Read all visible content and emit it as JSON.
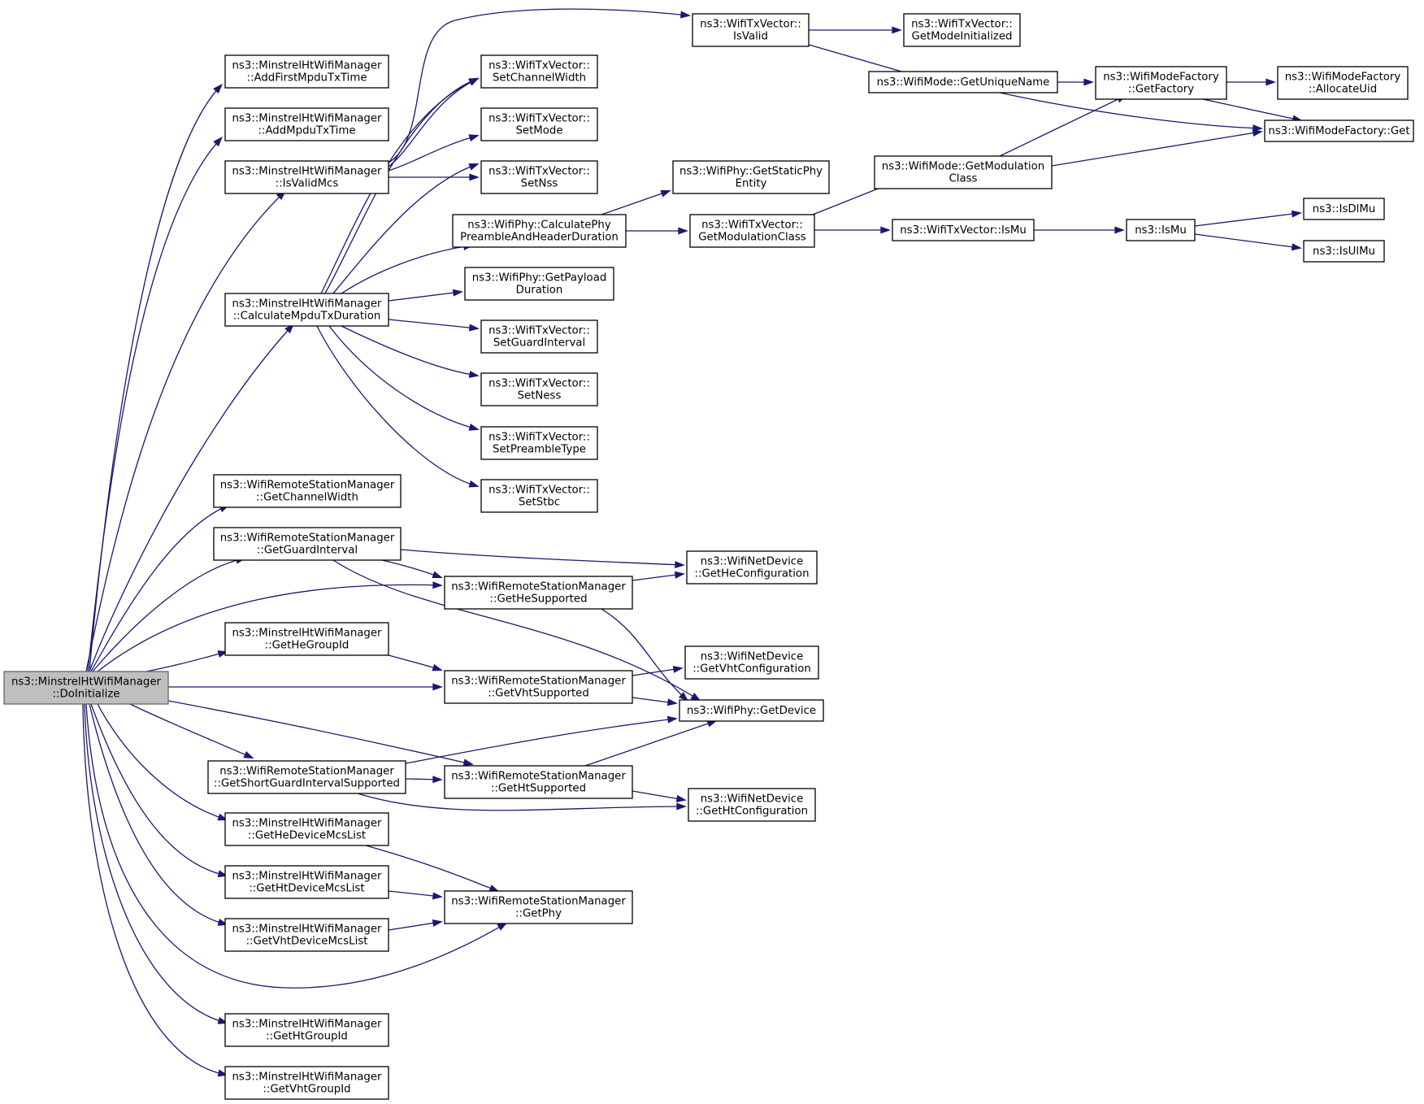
{
  "diagram": {
    "nodes": [
      {
        "id": "root",
        "lines": [
          "ns3::MinstrelHtWifiManager",
          "::DoInitialize"
        ],
        "root": true
      },
      {
        "id": "addfirst",
        "lines": [
          "ns3::MinstrelHtWifiManager",
          "::AddFirstMpduTxTime"
        ]
      },
      {
        "id": "addmpdu",
        "lines": [
          "ns3::MinstrelHtWifiManager",
          "::AddMpduTxTime"
        ]
      },
      {
        "id": "isvalidmcs",
        "lines": [
          "ns3::MinstrelHtWifiManager",
          "::IsValidMcs"
        ]
      },
      {
        "id": "calcmpdu",
        "lines": [
          "ns3::MinstrelHtWifiManager",
          "::CalculateMpduTxDuration"
        ]
      },
      {
        "id": "getchw",
        "lines": [
          "ns3::WifiRemoteStationManager",
          "::GetChannelWidth"
        ]
      },
      {
        "id": "getgi",
        "lines": [
          "ns3::WifiRemoteStationManager",
          "::GetGuardInterval"
        ]
      },
      {
        "id": "gethegid",
        "lines": [
          "ns3::MinstrelHtWifiManager",
          "::GetHeGroupId"
        ]
      },
      {
        "id": "getsgi",
        "lines": [
          "ns3::WifiRemoteStationManager",
          "::GetShortGuardIntervalSupported"
        ]
      },
      {
        "id": "gethemcs",
        "lines": [
          "ns3::MinstrelHtWifiManager",
          "::GetHeDeviceMcsList"
        ]
      },
      {
        "id": "gethtmcs",
        "lines": [
          "ns3::MinstrelHtWifiManager",
          "::GetHtDeviceMcsList"
        ]
      },
      {
        "id": "getvhtmcs",
        "lines": [
          "ns3::MinstrelHtWifiManager",
          "::GetVhtDeviceMcsList"
        ]
      },
      {
        "id": "gethtgid",
        "lines": [
          "ns3::MinstrelHtWifiManager",
          "::GetHtGroupId"
        ]
      },
      {
        "id": "getvhtgid",
        "lines": [
          "ns3::MinstrelHtWifiManager",
          "::GetVhtGroupId"
        ]
      },
      {
        "id": "setchw",
        "lines": [
          "ns3::WifiTxVector::",
          "SetChannelWidth"
        ]
      },
      {
        "id": "setmode",
        "lines": [
          "ns3::WifiTxVector::",
          "SetMode"
        ]
      },
      {
        "id": "setnss",
        "lines": [
          "ns3::WifiTxVector::",
          "SetNss"
        ]
      },
      {
        "id": "calcphy",
        "lines": [
          "ns3::WifiPhy::CalculatePhy",
          "PreambleAndHeaderDuration"
        ]
      },
      {
        "id": "getpayload",
        "lines": [
          "ns3::WifiPhy::GetPayload",
          "Duration"
        ]
      },
      {
        "id": "setgi",
        "lines": [
          "ns3::WifiTxVector::",
          "SetGuardInterval"
        ]
      },
      {
        "id": "setness",
        "lines": [
          "ns3::WifiTxVector::",
          "SetNess"
        ]
      },
      {
        "id": "setpreamble",
        "lines": [
          "ns3::WifiTxVector::",
          "SetPreambleType"
        ]
      },
      {
        "id": "setstbc",
        "lines": [
          "ns3::WifiTxVector::",
          "SetStbc"
        ]
      },
      {
        "id": "gethesup",
        "lines": [
          "ns3::WifiRemoteStationManager",
          "::GetHeSupported"
        ]
      },
      {
        "id": "getvhtsup",
        "lines": [
          "ns3::WifiRemoteStationManager",
          "::GetVhtSupported"
        ]
      },
      {
        "id": "gethtsup",
        "lines": [
          "ns3::WifiRemoteStationManager",
          "::GetHtSupported"
        ]
      },
      {
        "id": "getphy",
        "lines": [
          "ns3::WifiRemoteStationManager",
          "::GetPhy"
        ]
      },
      {
        "id": "isvalid",
        "lines": [
          "ns3::WifiTxVector::",
          "IsValid"
        ]
      },
      {
        "id": "getstatic",
        "lines": [
          "ns3::WifiPhy::GetStaticPhy",
          "Entity"
        ]
      },
      {
        "id": "getmodclass",
        "lines": [
          "ns3::WifiTxVector::",
          "GetModulationClass"
        ]
      },
      {
        "id": "gethecfg",
        "lines": [
          "ns3::WifiNetDevice",
          "::GetHeConfiguration"
        ]
      },
      {
        "id": "getvhtcfg",
        "lines": [
          "ns3::WifiNetDevice",
          "::GetVhtConfiguration"
        ]
      },
      {
        "id": "getdevice",
        "lines": [
          "ns3::WifiPhy::GetDevice"
        ]
      },
      {
        "id": "gethtcfg",
        "lines": [
          "ns3::WifiNetDevice",
          "::GetHtConfiguration"
        ]
      },
      {
        "id": "getmodeinit",
        "lines": [
          "ns3::WifiTxVector::",
          "GetModeInitialized"
        ]
      },
      {
        "id": "getunique",
        "lines": [
          "ns3::WifiMode::GetUniqueName"
        ]
      },
      {
        "id": "modegetmodclass",
        "lines": [
          "ns3::WifiMode::GetModulation",
          "Class"
        ]
      },
      {
        "id": "ismu_tx",
        "lines": [
          "ns3::WifiTxVector::IsMu"
        ]
      },
      {
        "id": "getfactory",
        "lines": [
          "ns3::WifiModeFactory",
          "::GetFactory"
        ]
      },
      {
        "id": "factoryget",
        "lines": [
          "ns3::WifiModeFactory::Get"
        ]
      },
      {
        "id": "allocuid",
        "lines": [
          "ns3::WifiModeFactory",
          "::AllocateUid"
        ]
      },
      {
        "id": "ismu",
        "lines": [
          "ns3::IsMu"
        ]
      },
      {
        "id": "isdlmu",
        "lines": [
          "ns3::IsDlMu"
        ]
      },
      {
        "id": "isulmu",
        "lines": [
          "ns3::IsUlMu"
        ]
      }
    ],
    "colors": {
      "edge": "#191970",
      "root_fill": "#bfbfbf",
      "root_stroke": "#666666"
    }
  }
}
